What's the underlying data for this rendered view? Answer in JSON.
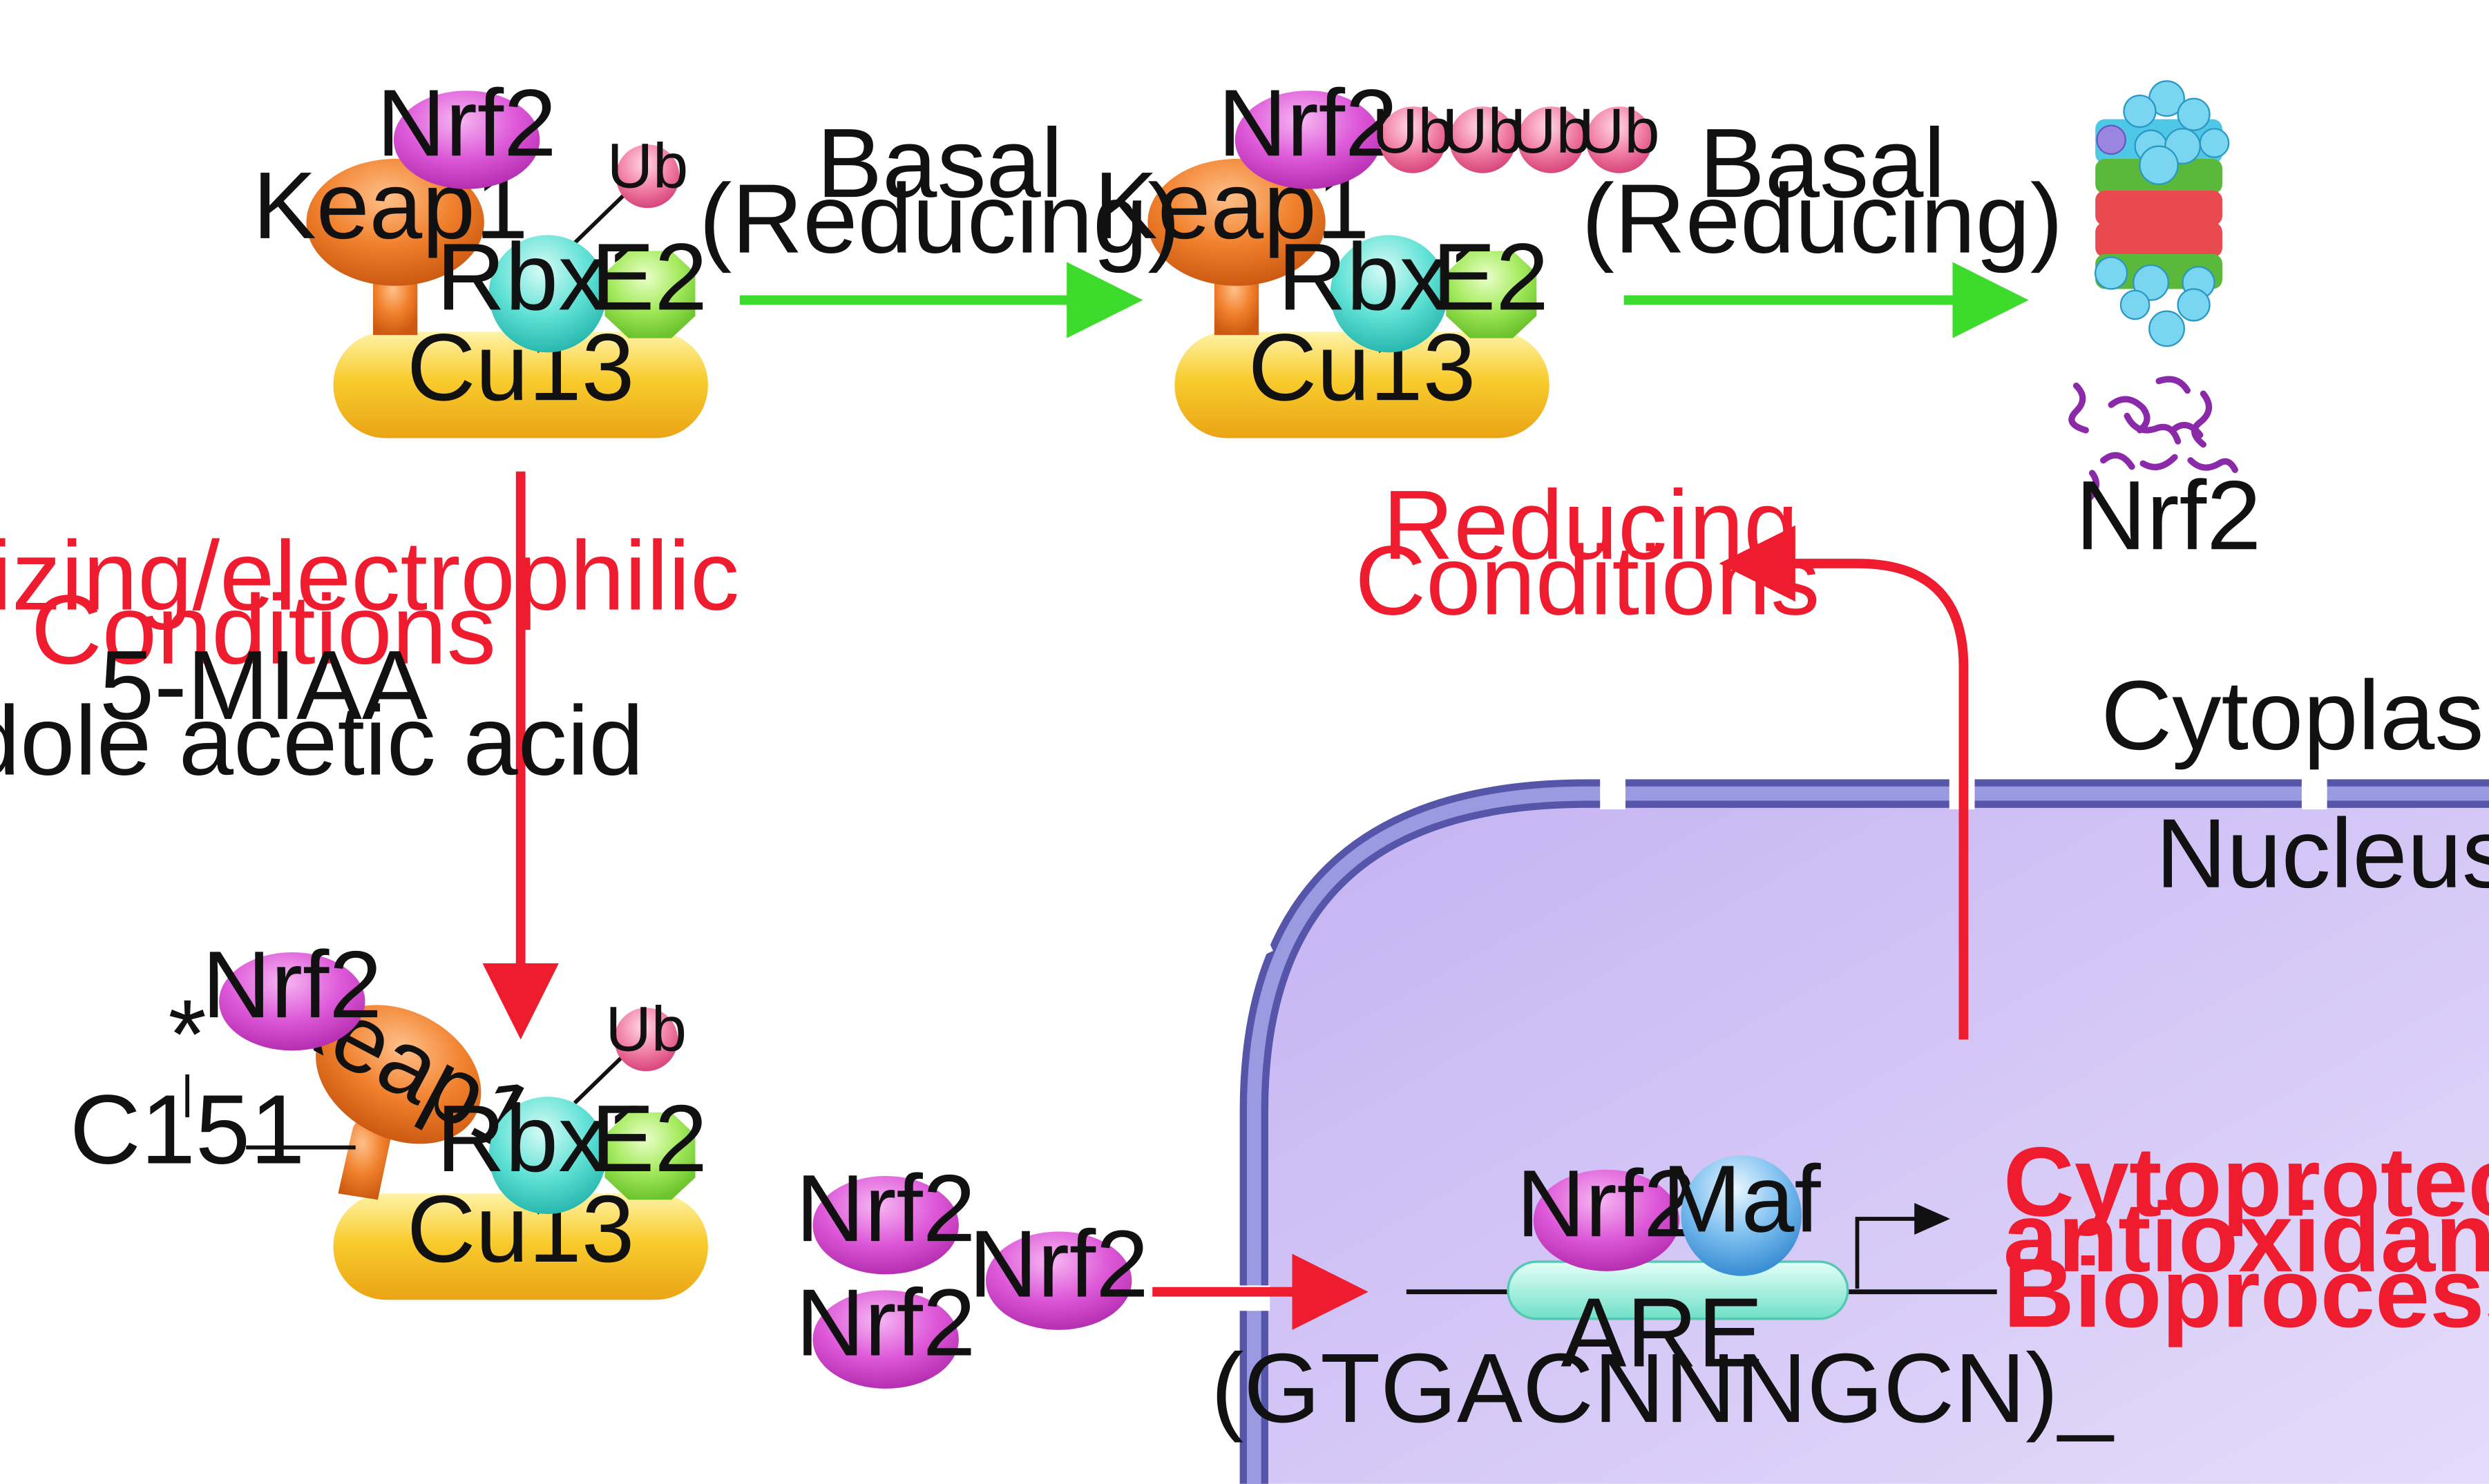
{
  "colors": {
    "green_arrow": "#3ddc2c",
    "red_arrow": "#ee1c2e",
    "nrf2": "#d84fd4",
    "keap1": "#ef7a2a",
    "cu13": "#f7c52a",
    "rbx1": "#5fe0d4",
    "e2": "#9ee85a",
    "ub": "#f07aa0",
    "maf": "#6ab4ec",
    "nucleus": "#c9b8f4",
    "membrane": "#6a6ac0",
    "nrf2_fragments": "#8a2aa8"
  },
  "labels": {
    "nrf2": "Nrf2",
    "keap1": "Keap1",
    "rbx1": "Rbx1",
    "e2": "E2",
    "cu13": "Cu13",
    "ub": "Ub",
    "maf": "Maf",
    "are": "ARE",
    "are_seq": "(GTGACNNNGCN)_",
    "c151": "C151",
    "star": "*",
    "degraded_nrf2": "Nrf2"
  },
  "arrows": {
    "basal_1": {
      "line1": "Basal",
      "line2": "(Reducing)"
    },
    "basal_2": {
      "line1": "Basal",
      "line2": "(Reducing)"
    },
    "oxidizing": {
      "line1": "Oxidizing/electrophilic",
      "line2": "Conditions",
      "line3": "5-MIAA",
      "line4": "Indole acetic acid"
    },
    "reducing": {
      "line1": "Reducing",
      "line2": "Conditions"
    }
  },
  "compartments": {
    "cytoplasm": "Cytoplasm",
    "nucleus": "Nucleus"
  },
  "output_genes": {
    "line1": "Cytoprotective,",
    "line2": "antioxidant,",
    "line3": "Bioprocessing Genes"
  },
  "icons": [
    "proteasome-icon",
    "degraded-nrf2-fragments-icon"
  ]
}
